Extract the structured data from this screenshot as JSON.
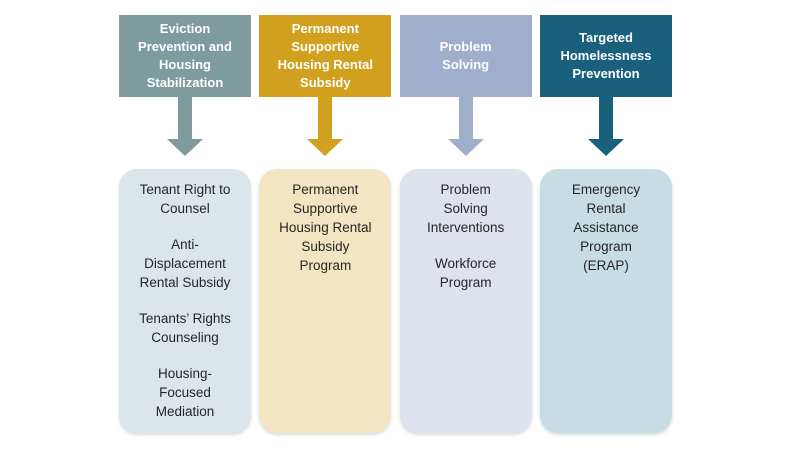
{
  "columns": [
    {
      "header": {
        "lines": [
          "Eviction",
          "Prevention and",
          "Housing",
          "Stabilization"
        ],
        "bg": "#7E9C9E",
        "text_color": "#FFFFFF"
      },
      "arrow": {
        "icon": "down-arrow-icon",
        "color": "#7E9C9E"
      },
      "box": {
        "bg": "#DCE5E9",
        "text_color": "#262626",
        "items": [
          [
            "Tenant Right to",
            "Counsel"
          ],
          [
            "Anti-",
            "Displacement",
            "Rental Subsidy"
          ],
          [
            "Tenants’ Rights",
            "Counseling"
          ],
          [
            "Housing-",
            "Focused",
            "Mediation"
          ]
        ]
      }
    },
    {
      "header": {
        "lines": [
          "Permanent",
          "Supportive",
          "Housing Rental",
          "Subsidy"
        ],
        "bg": "#D2A01F",
        "text_color": "#FFFFFF"
      },
      "arrow": {
        "icon": "down-arrow-icon",
        "color": "#D2A01F"
      },
      "box": {
        "bg": "#F3E5C1",
        "text_color": "#262626",
        "items": [
          [
            "Permanent",
            "Supportive",
            "Housing Rental",
            "Subsidy",
            "Program"
          ]
        ]
      }
    },
    {
      "header": {
        "lines": [
          "Problem",
          "Solving"
        ],
        "bg": "#9FAECA",
        "text_color": "#FFFFFF"
      },
      "arrow": {
        "icon": "down-arrow-icon",
        "color": "#9FAECA"
      },
      "box": {
        "bg": "#DEE2EC",
        "text_color": "#262626",
        "items": [
          [
            "Problem",
            "Solving",
            "Interventions"
          ],
          [
            "Workforce",
            "Program"
          ]
        ]
      }
    },
    {
      "header": {
        "lines": [
          "Targeted",
          "Homelessness",
          "Prevention"
        ],
        "bg": "#19607C",
        "text_color": "#FFFFFF"
      },
      "arrow": {
        "icon": "down-arrow-icon",
        "color": "#19607C"
      },
      "box": {
        "bg": "#C8DCE3",
        "text_color": "#262626",
        "items": [
          [
            "Emergency",
            "Rental",
            "Assistance",
            "Program",
            "(ERAP)"
          ]
        ]
      }
    }
  ]
}
